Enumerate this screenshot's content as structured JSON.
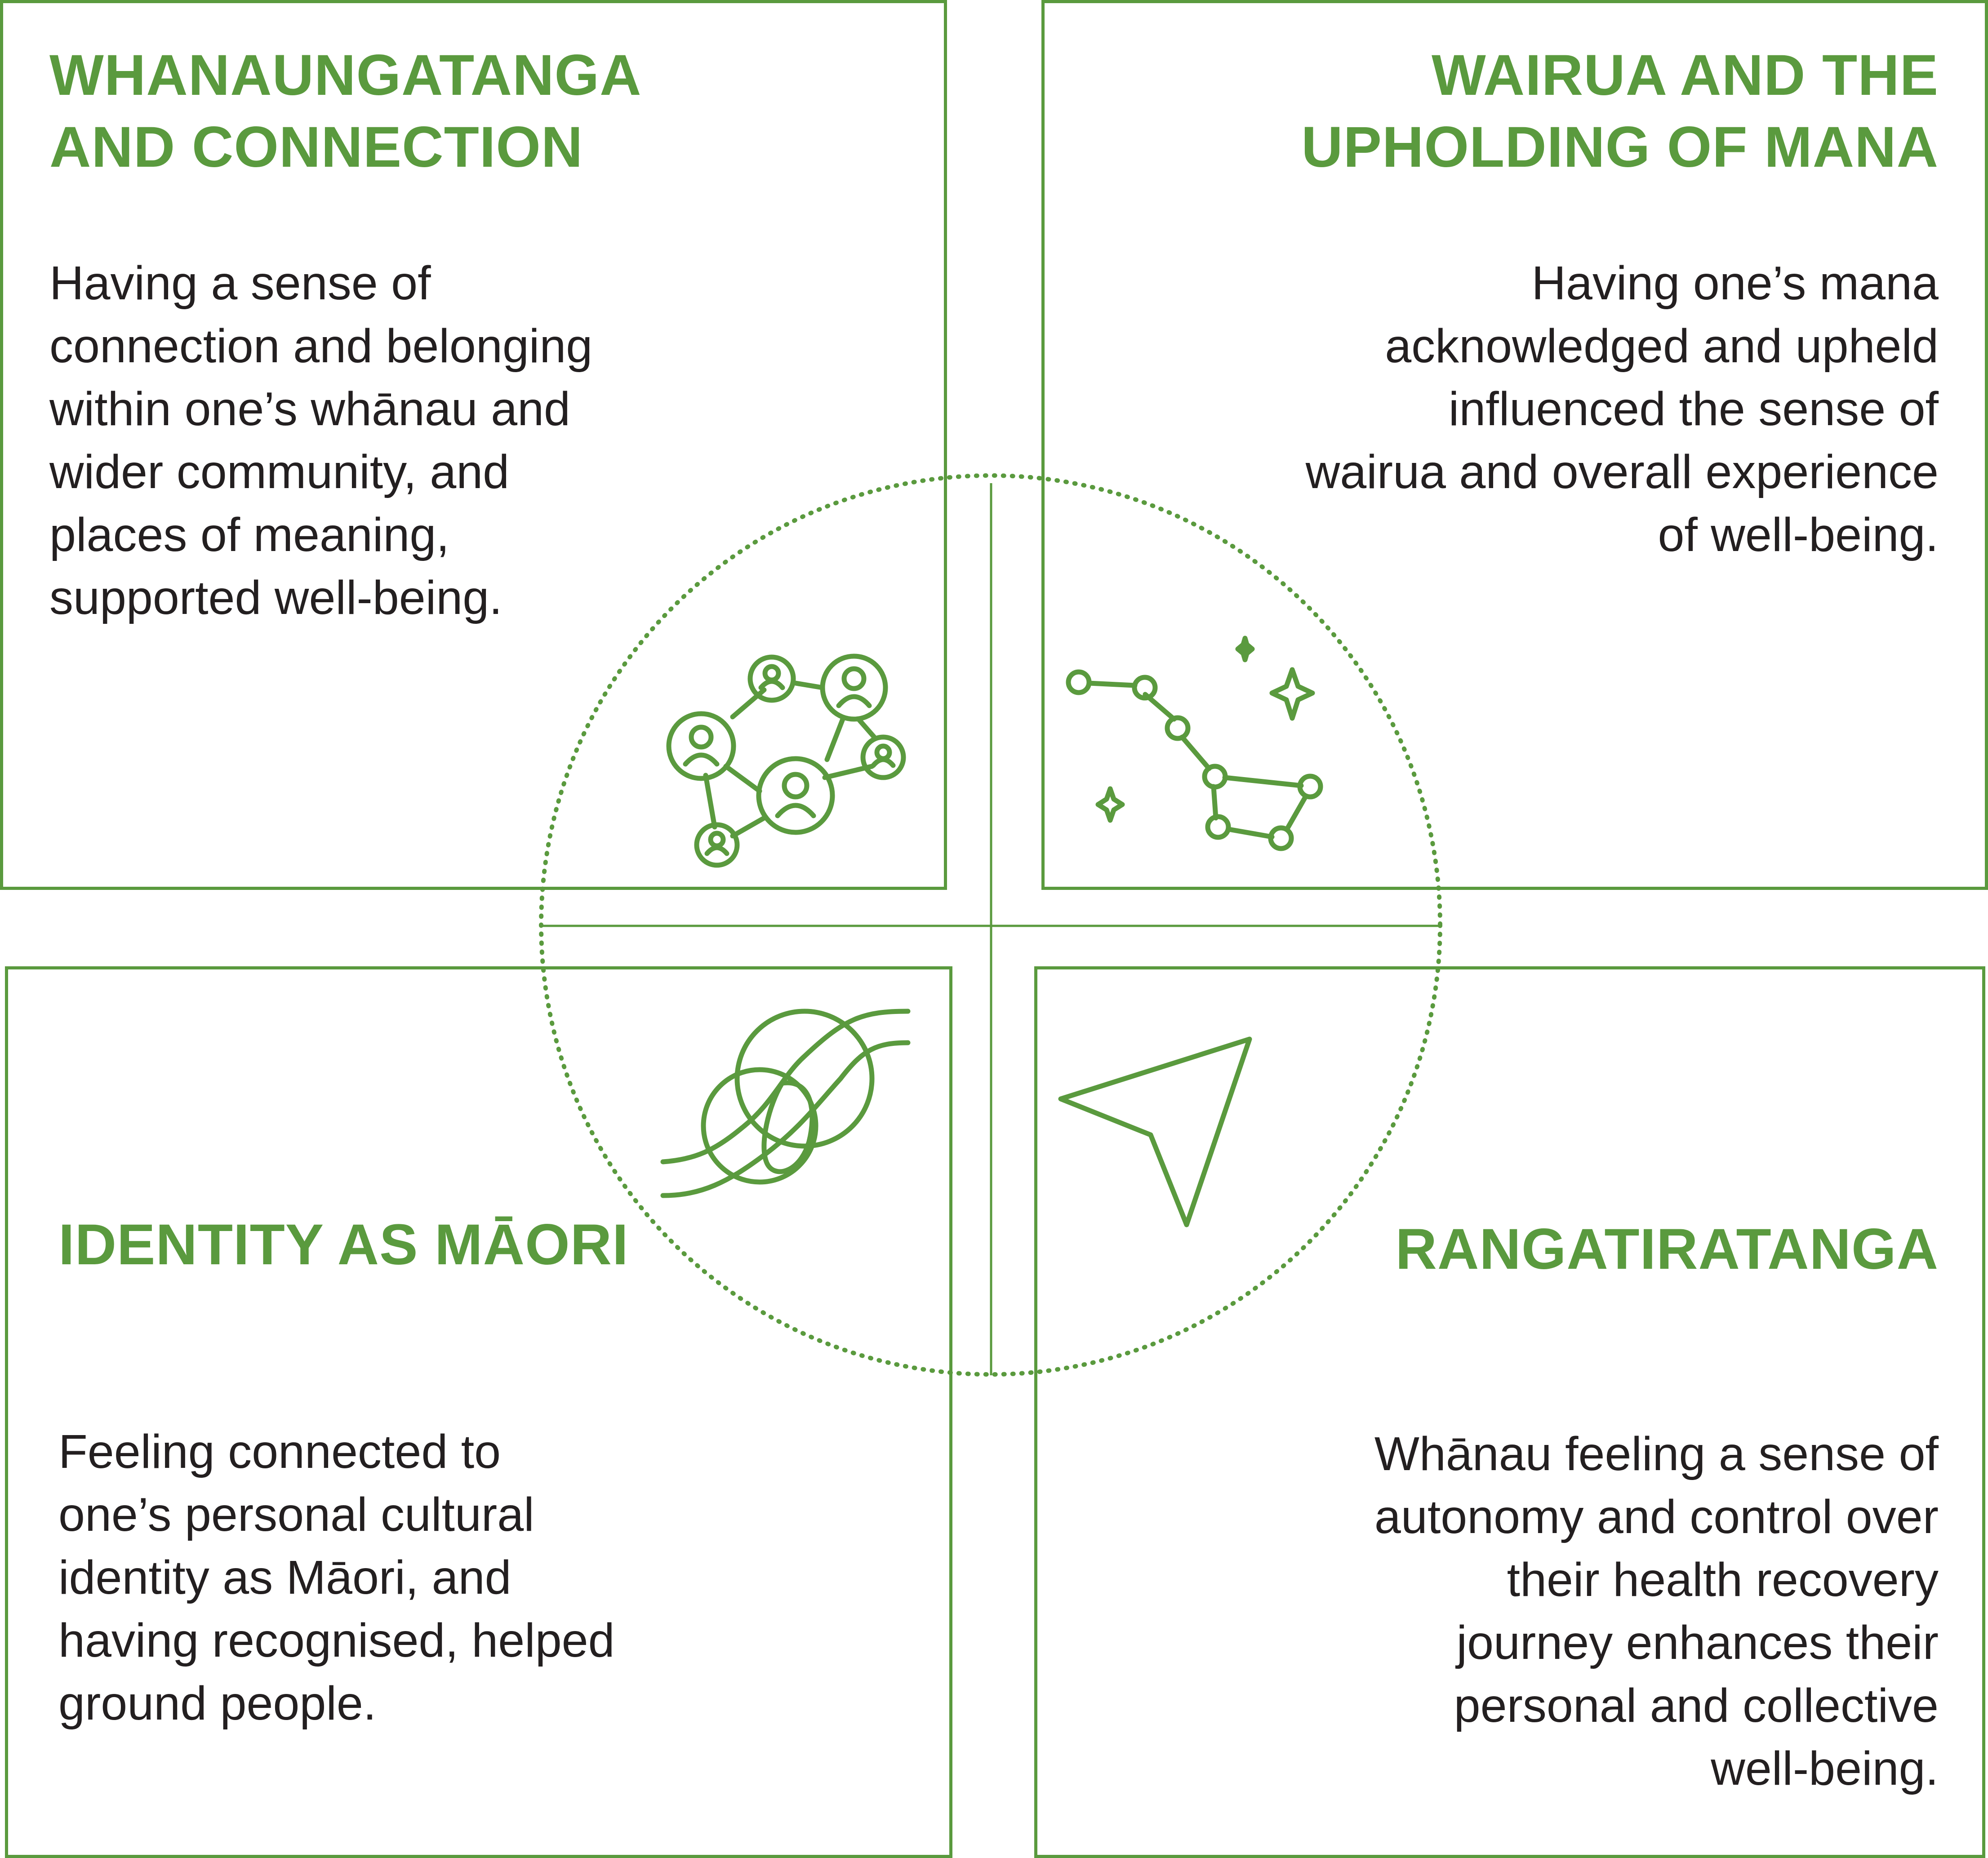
{
  "accent_color": "#5a9a3e",
  "text_color": "#231f20",
  "quadrants": {
    "top_left": {
      "title": "WHANAUNGATANGA\nAND CONNECTION",
      "body": "Having a sense of\nconnection and belonging\nwithin one’s whānau and\nwider community, and\nplaces of meaning,\nsupported well-being.",
      "icon": "people-network-icon"
    },
    "top_right": {
      "title": "WAIRUA AND THE\nUPHOLDING OF MANA",
      "body": "Having one’s mana\nacknowledged and upheld\ninfluenced the sense of\nwairua and overall experience\nof well-being.",
      "icon": "star-constellation-icon"
    },
    "bottom_left": {
      "title": "IDENTITY AS MĀORI",
      "body": "Feeling connected to\none’s personal cultural\nidentity as Māori, and\nhaving recognised, helped\nground people.",
      "icon": "rope-knot-icon"
    },
    "bottom_right": {
      "title": "RANGATIRATANGA",
      "body": "Whānau feeling a sense of\nautonomy and control over\ntheir health recovery\njourney enhances their\npersonal and collective\nwell-being.",
      "icon": "navigation-arrow-icon"
    }
  }
}
